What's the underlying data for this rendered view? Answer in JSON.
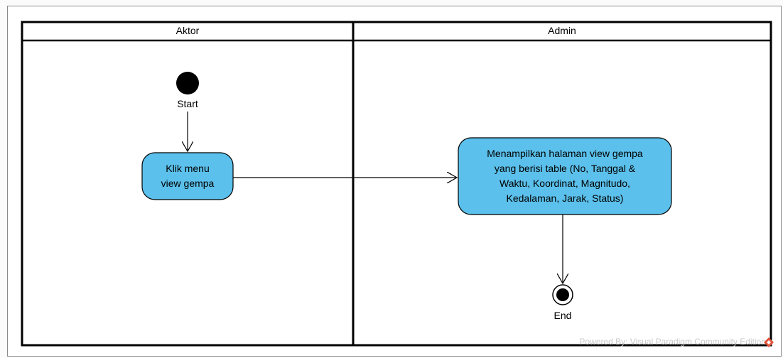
{
  "lanes": [
    {
      "title": "Aktor"
    },
    {
      "title": "Admin"
    }
  ],
  "nodes": {
    "start": {
      "label": "Start"
    },
    "klik_menu": {
      "lines": [
        "Klik menu",
        "view gempa"
      ]
    },
    "tampilkan": {
      "lines": [
        "Menampilkan halaman view gempa",
        "yang berisi table (No, Tanggal &",
        "Waktu, Koordinat, Magnitudo,",
        "Kedalaman, Jarak, Status)"
      ]
    },
    "end": {
      "label": "End"
    }
  },
  "footer": {
    "powered_by": "Powered By: Visual Paradigm Community Edition"
  },
  "colors": {
    "action_fill": "#5bc0eb",
    "line": "#000000"
  }
}
